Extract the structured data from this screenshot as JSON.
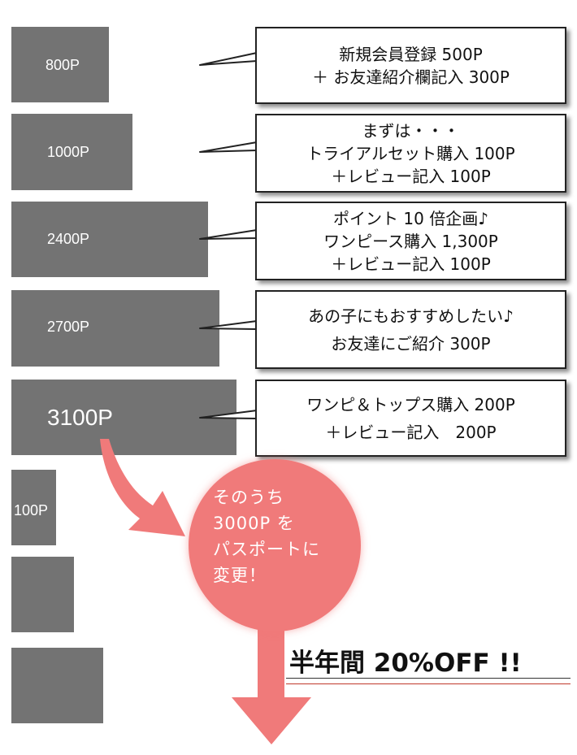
{
  "colors": {
    "bar": "#737373",
    "arrow": "#f07a7a",
    "underline": "#c0392b"
  },
  "bars": [
    {
      "label": "800P"
    },
    {
      "label": "1000P"
    },
    {
      "label": "2400P"
    },
    {
      "label": "2700P"
    },
    {
      "label": "3100P"
    },
    {
      "label": "100P"
    },
    {
      "label": ""
    },
    {
      "label": ""
    }
  ],
  "bubbles": [
    {
      "lines": [
        "新規会員登録 500P",
        "＋ お友達紹介欄記入 300P"
      ]
    },
    {
      "lines": [
        "まずは・・・",
        "トライアルセット購入 100P",
        "＋レビュー記入 100P"
      ]
    },
    {
      "lines": [
        "ポイント 10 倍企画♪",
        "ワンピース購入 1,300P",
        "＋レビュー記入 100P"
      ]
    },
    {
      "lines": [
        "あの子にもおすすめしたい♪",
        "お友達にご紹介 300P"
      ]
    },
    {
      "lines": [
        "ワンピ＆トップス購入 200P",
        "＋レビュー記入　200P"
      ]
    }
  ],
  "callout": {
    "lines": [
      "そのうち",
      "3000P を",
      "パスポートに",
      "変更！"
    ]
  },
  "discount": "半年間 20%OFF !!"
}
